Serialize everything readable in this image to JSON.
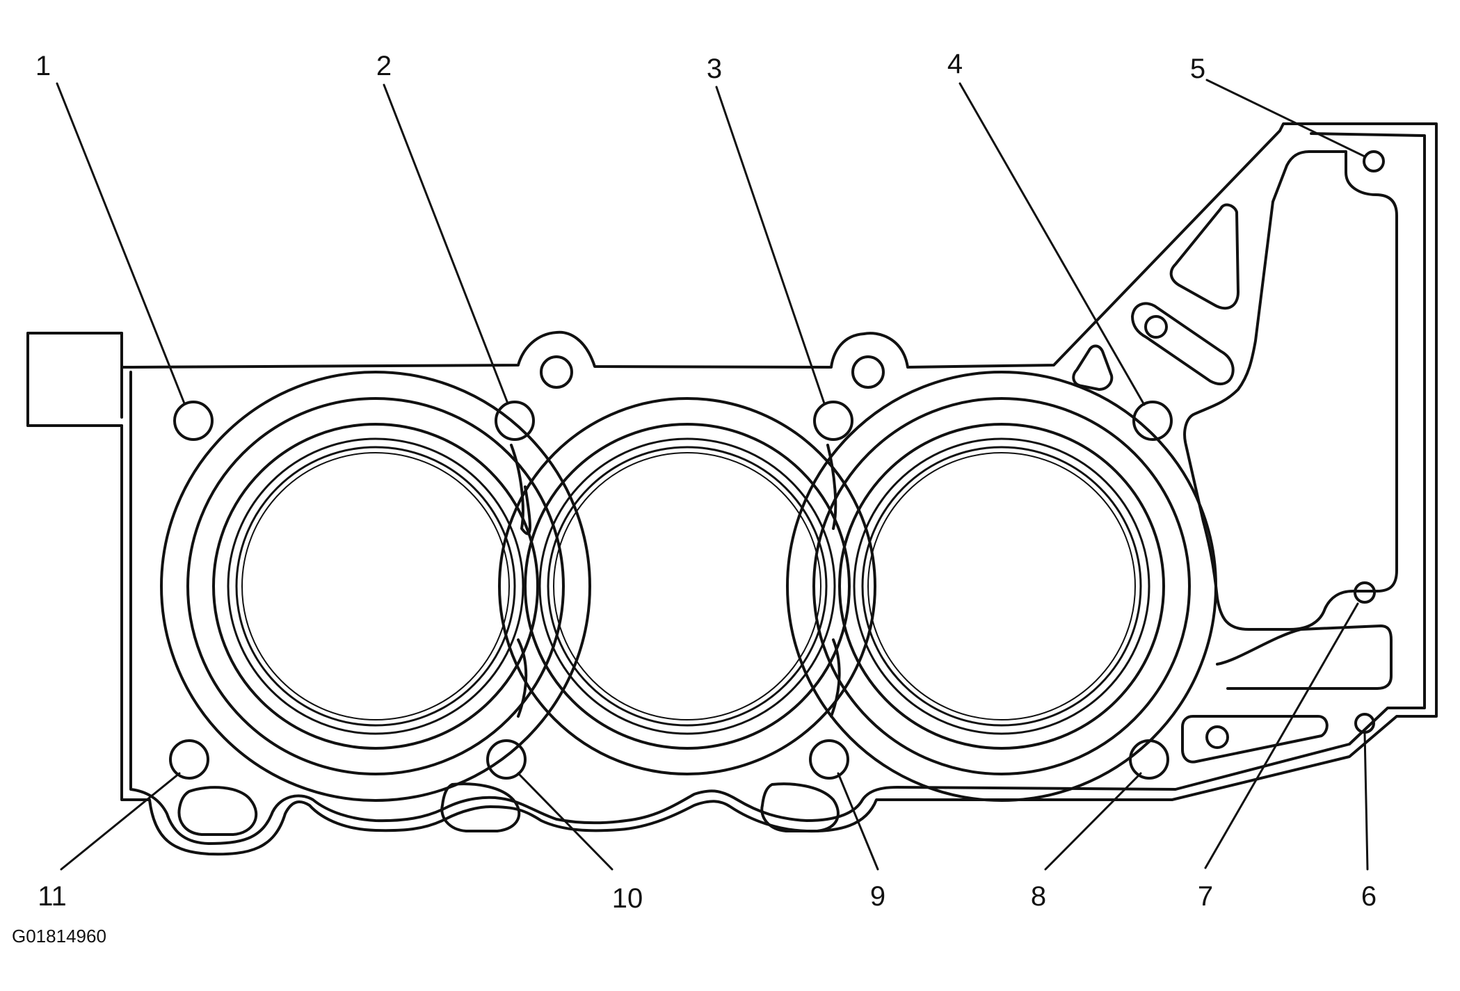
{
  "diagram": {
    "callouts": [
      "1",
      "2",
      "3",
      "4",
      "5",
      "6",
      "7",
      "8",
      "9",
      "10",
      "11"
    ],
    "figure_id": "G01814960"
  },
  "colors": {
    "line": "#111111",
    "background": "#ffffff"
  }
}
